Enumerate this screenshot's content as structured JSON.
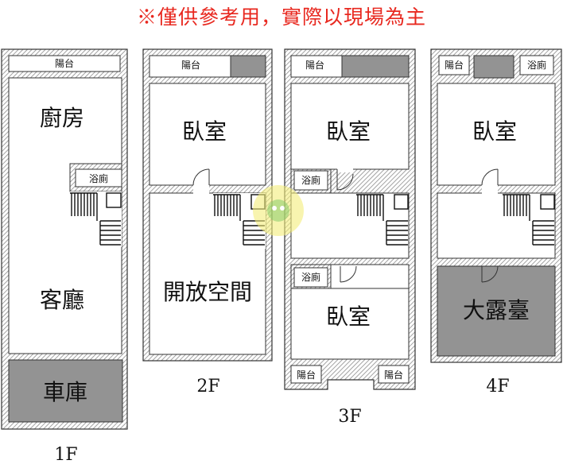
{
  "disclaimer": "※僅供參考用，實際以現場為主",
  "floors": {
    "f1": {
      "label": "1F",
      "balcony": "陽台",
      "kitchen": "廚房",
      "bathroom": "浴廁",
      "living_room": "客廳",
      "garage": "車庫"
    },
    "f2": {
      "label": "2F",
      "balcony": "陽台",
      "bedroom": "臥室",
      "open_space": "開放空間"
    },
    "f3": {
      "label": "3F",
      "balcony": "陽台",
      "bedroom_front": "臥室",
      "bathroom_upper": "浴廁",
      "bathroom_lower": "浴廁",
      "bedroom_rear": "臥室",
      "balcony_left": "陽台",
      "balcony_right": "陽台"
    },
    "f4": {
      "label": "4F",
      "balcony": "陽台",
      "bathroom": "浴廁",
      "bedroom": "臥室",
      "terrace": "大露臺"
    }
  },
  "colors": {
    "wall": "#333333",
    "hatch": "#9a9a9a",
    "shaded_area": "#939393",
    "disclaimer": "#e8281f",
    "watermark": "#f3ee7a"
  }
}
